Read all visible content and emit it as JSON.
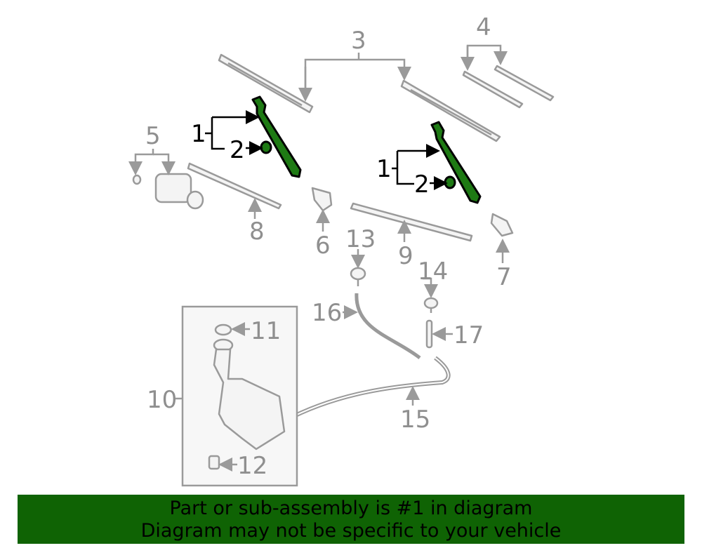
{
  "labels": {
    "l1a": "1",
    "l2a": "2",
    "l1b": "1",
    "l2b": "2",
    "l3": "3",
    "l4": "4",
    "l5": "5",
    "l6": "6",
    "l7": "7",
    "l8": "8",
    "l9": "9",
    "l10": "10",
    "l11": "11",
    "l12": "12",
    "l13": "13",
    "l14": "14",
    "l15": "15",
    "l16": "16",
    "l17": "17"
  },
  "banner": {
    "line1": "Part or sub-assembly is #1 in diagram",
    "line2": "Diagram may not be specific to your vehicle",
    "color": "#0f6304"
  },
  "colors": {
    "highlight": "#1e7a14",
    "outline": "#9a9a9a"
  }
}
